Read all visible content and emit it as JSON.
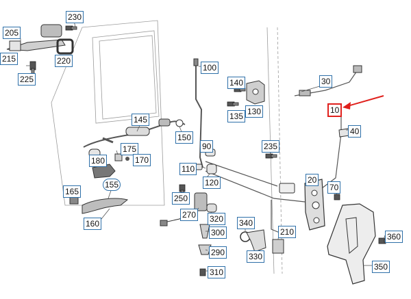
{
  "colors": {
    "label_border": "#2d6fa8",
    "highlight": "#e0201c",
    "line": "#555555",
    "part_dark": "#3a3a3a",
    "part_light": "#d9d9d9"
  },
  "labels": {
    "p205": "205",
    "p215": "215",
    "p225": "225",
    "p230": "230",
    "p220": "220",
    "p100": "100",
    "p140": "140",
    "p130": "130",
    "p135": "135",
    "p30": "30",
    "p10": "10",
    "p40": "40",
    "p145": "145",
    "p150": "150",
    "p90": "90",
    "p235": "235",
    "p180": "180",
    "p175": "175",
    "p170": "170",
    "p110": "110",
    "p120": "120",
    "p20": "20",
    "p70": "70",
    "p165": "165",
    "p155": "155",
    "p250": "250",
    "p270": "270",
    "p160": "160",
    "p320": "320",
    "p340": "340",
    "p210": "210",
    "p300": "300",
    "p360": "360",
    "p290": "290",
    "p330": "330",
    "p350": "350",
    "p310": "310"
  }
}
